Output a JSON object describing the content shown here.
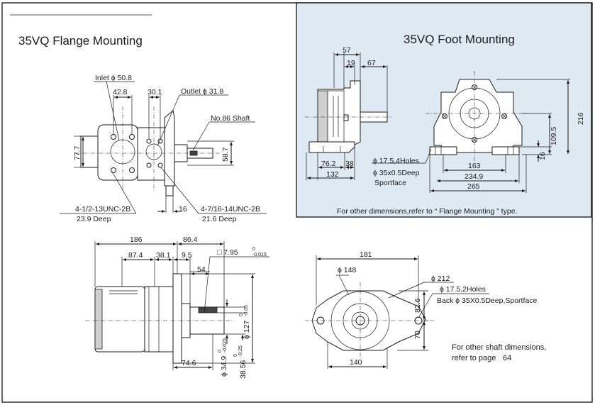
{
  "flange": {
    "title": "35VQ Flange Mounting",
    "inlet_label": "Inlet ϕ 50.8",
    "outlet_label": "Outlet ϕ 31.8",
    "shaft_label": "No.86 Shaft",
    "dim_42_8": "42.8",
    "dim_30_1": "30.1",
    "dim_77_7": "77.7",
    "dim_58_7": "58.7",
    "dim_16": "16",
    "thread_inlet_line1": "4-1/2-13UNC-2B",
    "thread_inlet_line2": "23.9 Deep",
    "thread_outlet_line1": "4-7/16-14UNC-2B",
    "thread_outlet_line2": "21.6 Deep"
  },
  "side": {
    "dim_186": "186",
    "dim_86_4": "86.4",
    "dim_87_4": "87.4",
    "dim_38_1": "38.1",
    "dim_9_5": "9.5",
    "key_label": "□ 7.95",
    "key_tol_upper": "0",
    "key_tol_lower": "-0.015",
    "dim_54": "54",
    "dim_74_6": "74.6",
    "dim_127": "ϕ 127",
    "dim_127_tol_upper": "0",
    "dim_127_tol_lower": "-0.05",
    "dim_34_9": "ϕ 34.9",
    "dim_34_9_tol_upper": "0",
    "dim_34_9_tol_lower": "-0.025",
    "dim_38_56": "38.56",
    "dim_38_56_tol_upper": "0",
    "dim_38_56_tol_lower": "-0.25"
  },
  "front": {
    "dim_181": "181",
    "dim_148": "ϕ 148",
    "dim_212": "ϕ 212",
    "holes_label": "ϕ 17.5,2Holes",
    "back_label": "Back ϕ 35X0.5Deep,Sportface",
    "dim_82_6": "82.6",
    "dim_70": "70",
    "dim_140": "140",
    "note_line1": "For other shaft dimensions,",
    "note_line2": "refer to page",
    "note_page": "64"
  },
  "foot": {
    "title": "35VQ Foot Mounting",
    "panel_color": "#dfe9f2",
    "dim_57": "57",
    "dim_19": "19",
    "dim_67": "67",
    "dim_76_2": "76.2",
    "dim_38": "38",
    "dim_132": "132",
    "holes_label": "ϕ 17.5,4Holes",
    "deep_label": "ϕ 35x0.5Deep",
    "sportface_label": "Sportface",
    "dim_163": "163",
    "dim_234_9": "234.9",
    "dim_265": "265",
    "dim_216": "216",
    "dim_109_5": "109.5",
    "dim_16": "16",
    "footnote": "For other  dimensions,refer to  “ Flange Mounting ” type."
  }
}
